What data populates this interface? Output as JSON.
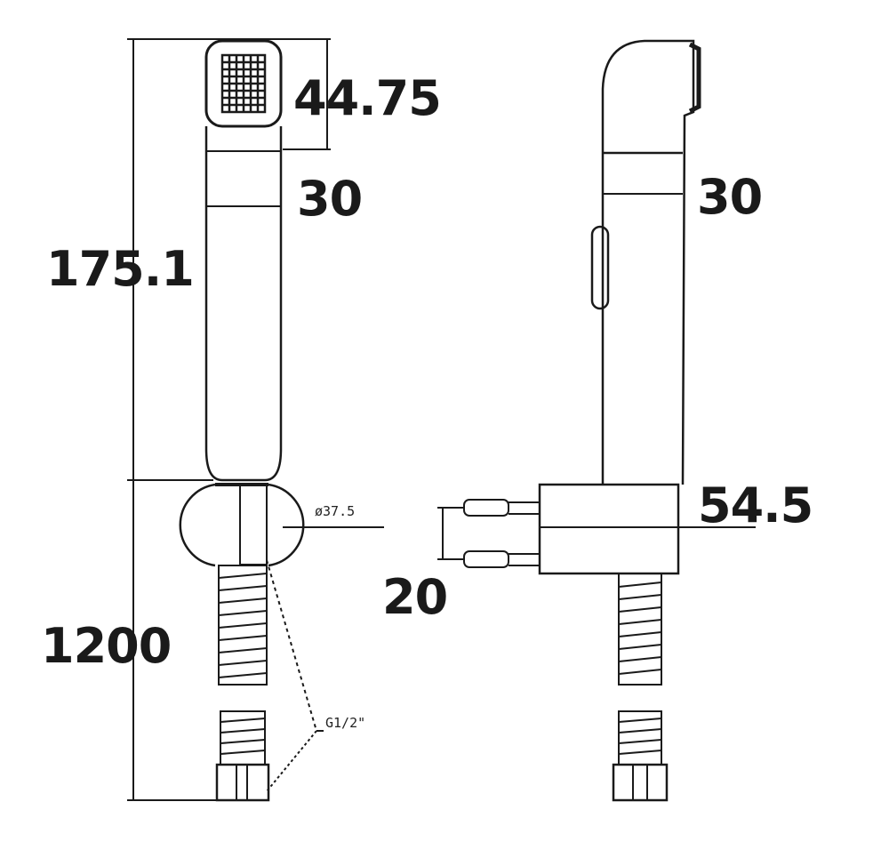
{
  "diagram": {
    "type": "technical-drawing",
    "subject": "hand shower with wall bracket and hose",
    "views": [
      "front",
      "side"
    ],
    "dimensions": {
      "head_height": "44.75",
      "front_width": "30",
      "side_width": "30",
      "handle_length": "175.1",
      "bracket_depth": "54.5",
      "screw_spacing": "20",
      "hose_length": "1200"
    },
    "annotations": {
      "bracket_diameter": "ø37.5",
      "thread": "G1/2\""
    },
    "colors": {
      "line": "#1a1a1a",
      "background": "#ffffff"
    }
  }
}
